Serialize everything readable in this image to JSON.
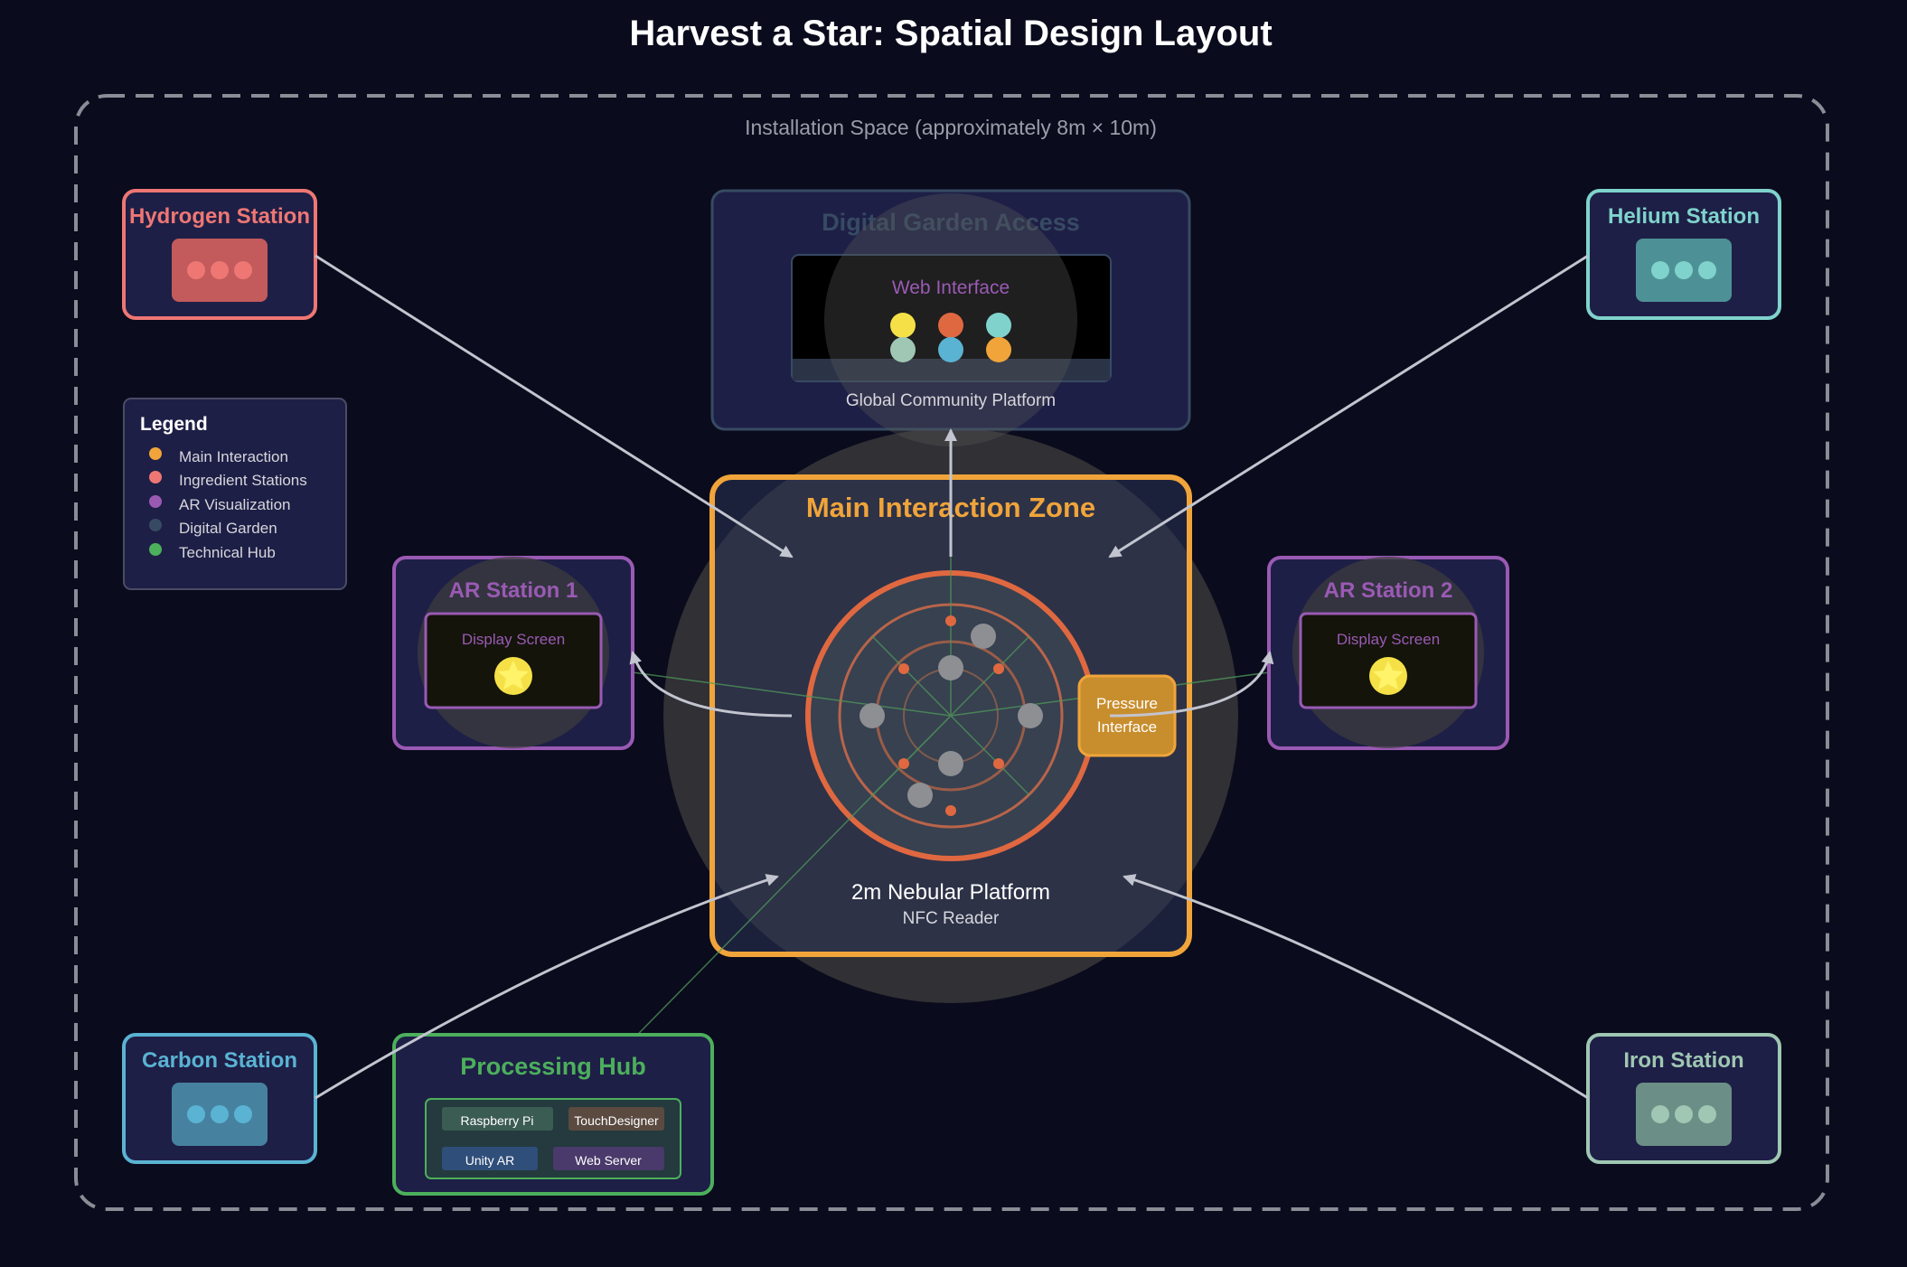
{
  "title": "Harvest a Star: Spatial Design Layout",
  "installation_label": "Installation Space (approximately 8m × 10m)",
  "colors": {
    "background": "#0a0b1c",
    "hydrogen": "#ee7774",
    "helium": "#7fd3cc",
    "carbon": "#5ab3d3",
    "iron": "#9fc7b3",
    "ar": "#9a5ab4",
    "garden": "#374a63",
    "main": "#f0a43a",
    "technical": "#4caf5c",
    "platform": "#e06840"
  },
  "stations": {
    "hydrogen": "Hydrogen Station",
    "helium": "Helium Station",
    "carbon": "Carbon Station",
    "iron": "Iron Station"
  },
  "garden": {
    "title": "Digital Garden Access",
    "web_label": "Web Interface",
    "platform_label": "Global Community Platform"
  },
  "legend": {
    "title": "Legend",
    "items": [
      "Main Interaction",
      "Ingredient Stations",
      "AR Visualization",
      "Digital Garden",
      "Technical Hub"
    ]
  },
  "ar1": {
    "title": "AR Station 1",
    "screen": "Display Screen"
  },
  "ar2": {
    "title": "AR Station 2",
    "screen": "Display Screen"
  },
  "main_zone": {
    "title": "Main Interaction Zone",
    "platform": "2m Nebular Platform",
    "nfc": "NFC Reader",
    "pressure_line1": "Pressure",
    "pressure_line2": "Interface"
  },
  "hub": {
    "title": "Processing Hub",
    "items": [
      "Raspberry Pi",
      "TouchDesigner",
      "Unity AR",
      "Web Server"
    ]
  }
}
